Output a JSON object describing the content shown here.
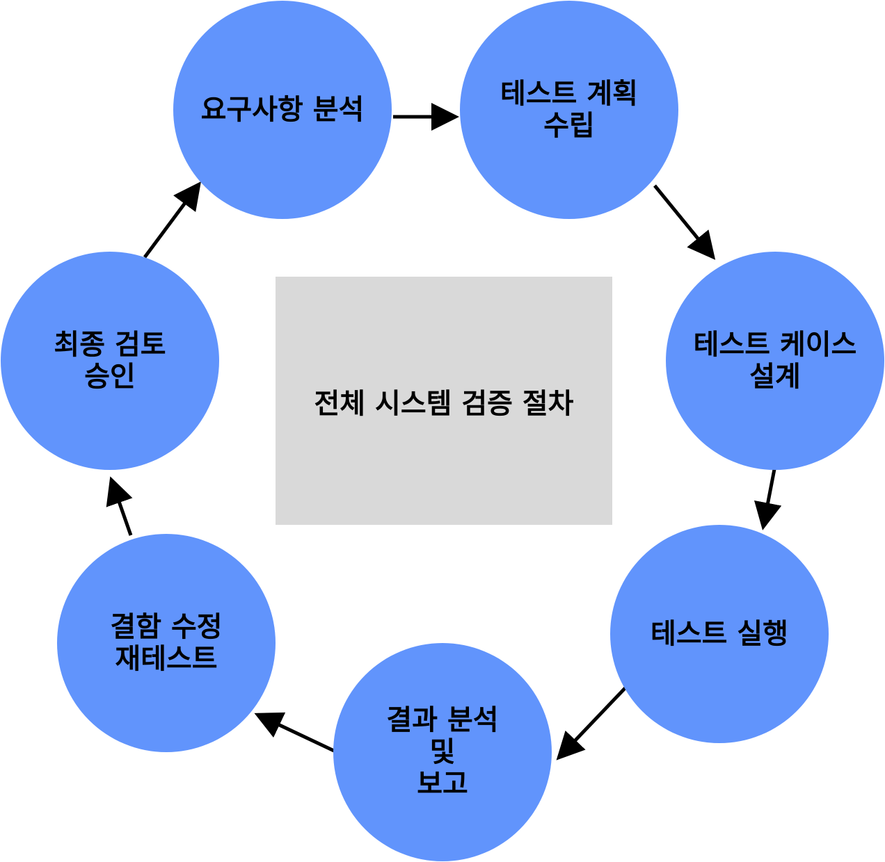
{
  "diagram": {
    "center_title": "전체 시스템 검증 절차",
    "steps": [
      {
        "lines": [
          "요구사항 분석"
        ]
      },
      {
        "lines": [
          "테스트 계획",
          "수립"
        ]
      },
      {
        "lines": [
          "테스트 케이스",
          "설계"
        ]
      },
      {
        "lines": [
          "테스트 실행"
        ]
      },
      {
        "lines": [
          "결과 분석",
          "및",
          "보고"
        ]
      },
      {
        "lines": [
          "결함 수정",
          "재테스트"
        ]
      },
      {
        "lines": [
          "최종 검토",
          "승인"
        ]
      }
    ]
  },
  "colors": {
    "node_fill": "#6194fc",
    "center_fill": "#d9d9d9",
    "arrow": "#000000"
  }
}
